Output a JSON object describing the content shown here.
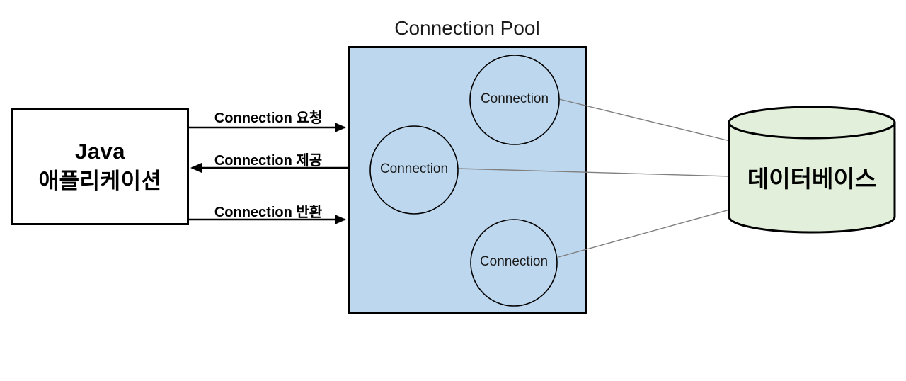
{
  "app_box": {
    "line1": "Java",
    "line2": "애플리케이션"
  },
  "arrows": [
    {
      "label": "Connection 요청",
      "direction": "right"
    },
    {
      "label": "Connection 제공",
      "direction": "left"
    },
    {
      "label": "Connection 반환",
      "direction": "right"
    }
  ],
  "pool": {
    "title": "Connection Pool",
    "circles": [
      {
        "label": "Connection"
      },
      {
        "label": "Connection"
      },
      {
        "label": "Connection"
      }
    ]
  },
  "database": {
    "label": "데이터베이스"
  },
  "colors": {
    "pool_fill": "#BDD7EE",
    "database_fill": "#E2EFDA",
    "connector_gray": "#7F7F7F",
    "outline": "#000000"
  }
}
